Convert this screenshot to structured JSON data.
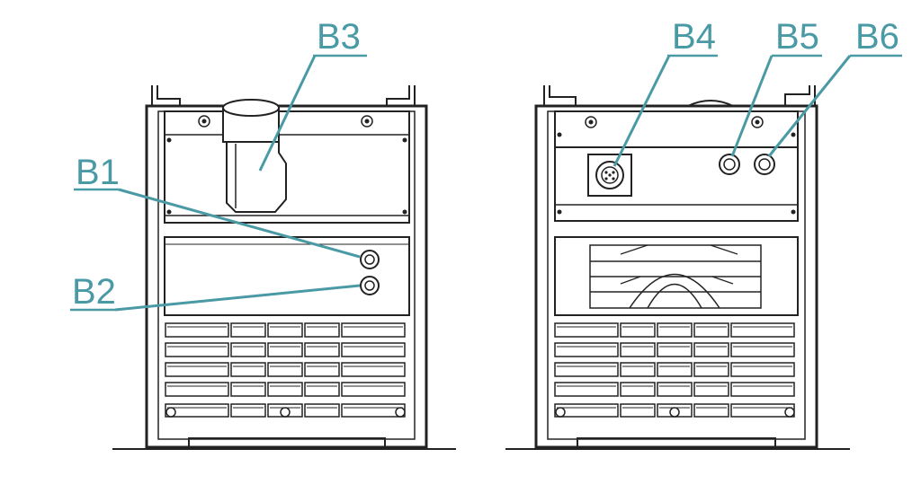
{
  "callouts": {
    "b1": {
      "label": "B1"
    },
    "b2": {
      "label": "B2"
    },
    "b3": {
      "label": "B3"
    },
    "b4": {
      "label": "B4"
    },
    "b5": {
      "label": "B5"
    },
    "b6": {
      "label": "B6"
    }
  },
  "colors": {
    "callout": "#4a9aa6",
    "linework": "#222222",
    "background": "#ffffff"
  }
}
